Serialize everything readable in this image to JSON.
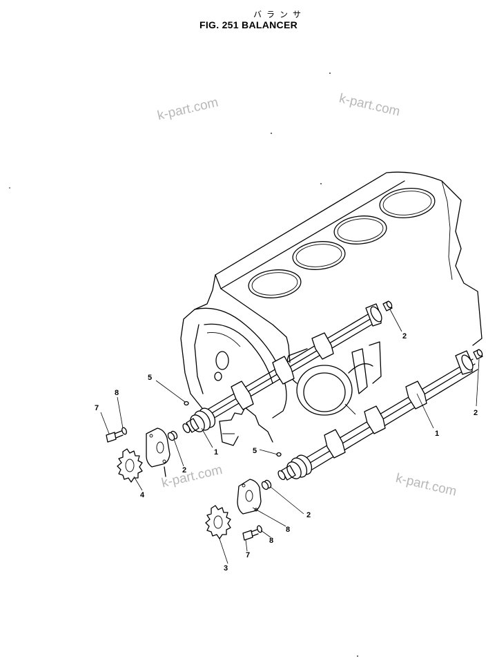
{
  "header": {
    "title_jp": "バランサ",
    "title": "FIG. 251  BALANCER"
  },
  "watermarks": [
    "k-part.com",
    "k-part.com",
    "k-part.com",
    "k-part.com"
  ],
  "callouts": {
    "balancer_shaft_upper": "1",
    "balancer_shaft_lower": "1",
    "plug_upper_right": "2",
    "plug_far_right": "2",
    "plug_left_spacer": "2",
    "plug_lower_spacer": "2",
    "gear_lower": "3",
    "gear_left": "4",
    "pin_upper": "5",
    "pin_lower": "5",
    "bolt_left": "7",
    "bolt_lower": "7",
    "washer_left": "8",
    "washer_lower": "8",
    "cover_lower": "8"
  }
}
